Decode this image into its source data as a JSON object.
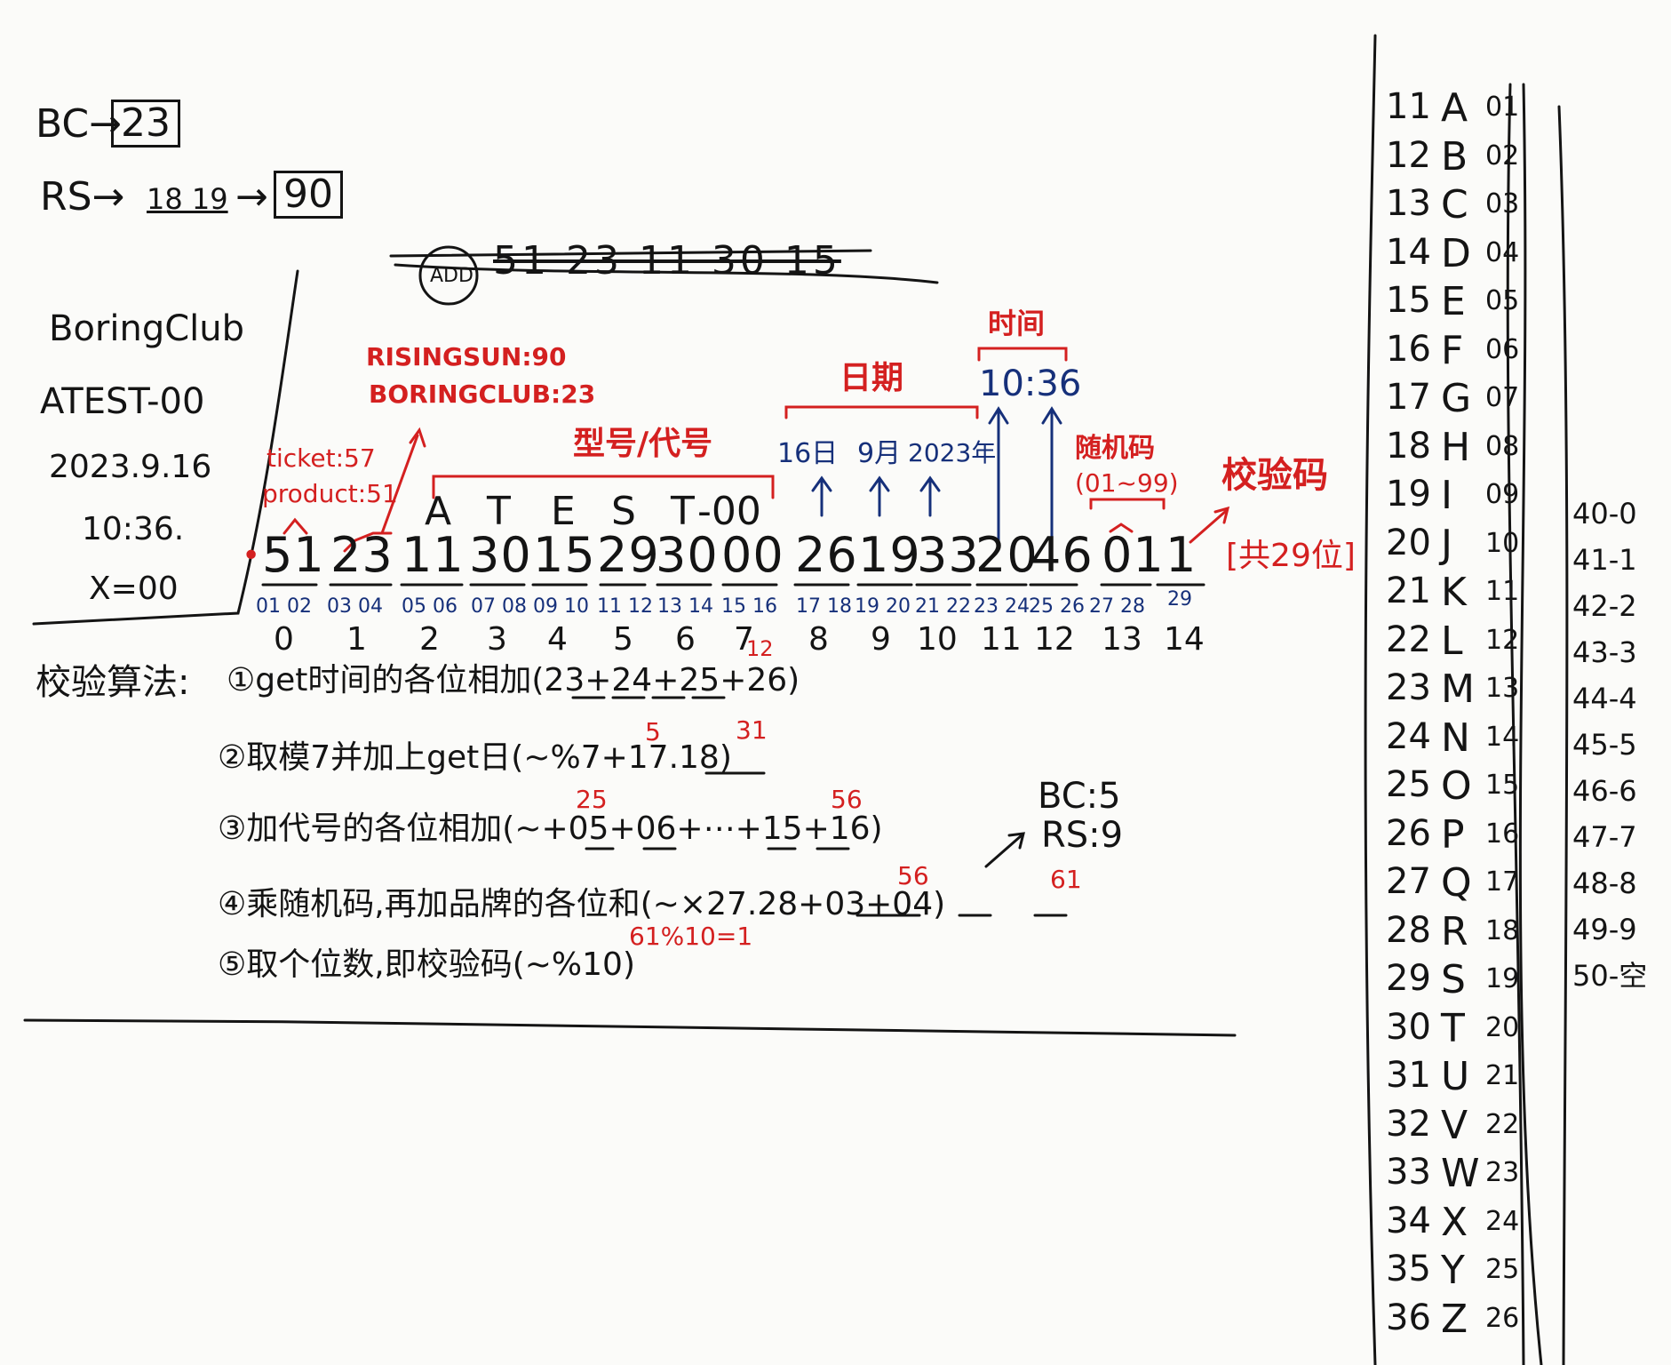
{
  "top_left": {
    "bc_label": "BC→",
    "bc_value": "23",
    "rs_label": "RS→",
    "rs_digits": "18 19",
    "rs_arrow": "→",
    "rs_value": "90",
    "card": [
      "BoringClub",
      "ATEST-00",
      "2023.9.16",
      "10:36.",
      "X=00"
    ]
  },
  "strike_line": "51 23 11 30 15",
  "strike_circle": "ADD",
  "annotations": {
    "brands": [
      "RISINGSUN:90",
      "BORINGCLUB:23"
    ],
    "ticket_product": [
      "ticket:57",
      "product:51"
    ],
    "model_label": "型号/代号",
    "date_label": "日期",
    "date_parts": [
      "16日",
      "9月",
      "2023年"
    ],
    "time_label": "时间",
    "time_value": "10:36",
    "random_label": "随机码",
    "random_range": "(01~99)",
    "check_label": "校验码",
    "total_label": "[共29位]",
    "letters": [
      "A",
      "T",
      "E",
      "S",
      "T",
      "-00"
    ]
  },
  "code_groups": [
    {
      "value": "51",
      "pos": "01 02",
      "index": "0"
    },
    {
      "value": "23",
      "pos": "03 04",
      "index": "1"
    },
    {
      "value": "11",
      "pos": "05 06",
      "index": "2"
    },
    {
      "value": "30",
      "pos": "07 08",
      "index": "3"
    },
    {
      "value": "15",
      "pos": "09 10",
      "index": "4"
    },
    {
      "value": "29",
      "pos": "11 12",
      "index": "5"
    },
    {
      "value": "30",
      "pos": "13 14",
      "index": "6"
    },
    {
      "value": "00",
      "pos": "15 16",
      "index": "7"
    },
    {
      "value": "26",
      "pos": "17 18",
      "index": "8"
    },
    {
      "value": "19",
      "pos": "19 20",
      "index": "9"
    },
    {
      "value": "33",
      "pos": "21 22",
      "index": "10"
    },
    {
      "value": "20",
      "pos": "23 24",
      "index": "11"
    },
    {
      "value": "46",
      "pos": "25 26",
      "index": "12"
    },
    {
      "value": "01",
      "pos": "27 28",
      "index": "13"
    },
    {
      "value": "1",
      "pos": "29",
      "index": "14"
    }
  ],
  "red_twelve": "12",
  "algorithm": {
    "title": "校验算法:",
    "steps": [
      "①get时间的各位相加(23+24+25+26)",
      "②取模7并加上get日(~%7+17.18)",
      "③加代号的各位相加(~+05+06+⋯+15+16)",
      "④乘随机码,再加品牌的各位和(~×27.28+03+04)",
      "⑤取个位数,即校验码(~%10)"
    ],
    "red_notes": [
      "5",
      "31",
      "25",
      "56",
      "56",
      "61",
      "61%10=1"
    ],
    "bc_rs": [
      "BC:5",
      "RS:9"
    ]
  },
  "letter_table": [
    {
      "num": "11",
      "letter": "A",
      "code": "01"
    },
    {
      "num": "12",
      "letter": "B",
      "code": "02"
    },
    {
      "num": "13",
      "letter": "C",
      "code": "03"
    },
    {
      "num": "14",
      "letter": "D",
      "code": "04"
    },
    {
      "num": "15",
      "letter": "E",
      "code": "05"
    },
    {
      "num": "16",
      "letter": "F",
      "code": "06"
    },
    {
      "num": "17",
      "letter": "G",
      "code": "07"
    },
    {
      "num": "18",
      "letter": "H",
      "code": "08"
    },
    {
      "num": "19",
      "letter": "I",
      "code": "09"
    },
    {
      "num": "20",
      "letter": "J",
      "code": "10"
    },
    {
      "num": "21",
      "letter": "K",
      "code": "11"
    },
    {
      "num": "22",
      "letter": "L",
      "code": "12"
    },
    {
      "num": "23",
      "letter": "M",
      "code": "13"
    },
    {
      "num": "24",
      "letter": "N",
      "code": "14"
    },
    {
      "num": "25",
      "letter": "O",
      "code": "15"
    },
    {
      "num": "26",
      "letter": "P",
      "code": "16"
    },
    {
      "num": "27",
      "letter": "Q",
      "code": "17"
    },
    {
      "num": "28",
      "letter": "R",
      "code": "18"
    },
    {
      "num": "29",
      "letter": "S",
      "code": "19"
    },
    {
      "num": "30",
      "letter": "T",
      "code": "20"
    },
    {
      "num": "31",
      "letter": "U",
      "code": "21"
    },
    {
      "num": "32",
      "letter": "V",
      "code": "22"
    },
    {
      "num": "33",
      "letter": "W",
      "code": "23"
    },
    {
      "num": "34",
      "letter": "X",
      "code": "24"
    },
    {
      "num": "35",
      "letter": "Y",
      "code": "25"
    },
    {
      "num": "36",
      "letter": "Z",
      "code": "26"
    }
  ],
  "digit_table": [
    "40-0",
    "41-1",
    "42-2",
    "43-3",
    "44-4",
    "45-5",
    "46-6",
    "47-7",
    "48-8",
    "49-9",
    "50-空"
  ]
}
